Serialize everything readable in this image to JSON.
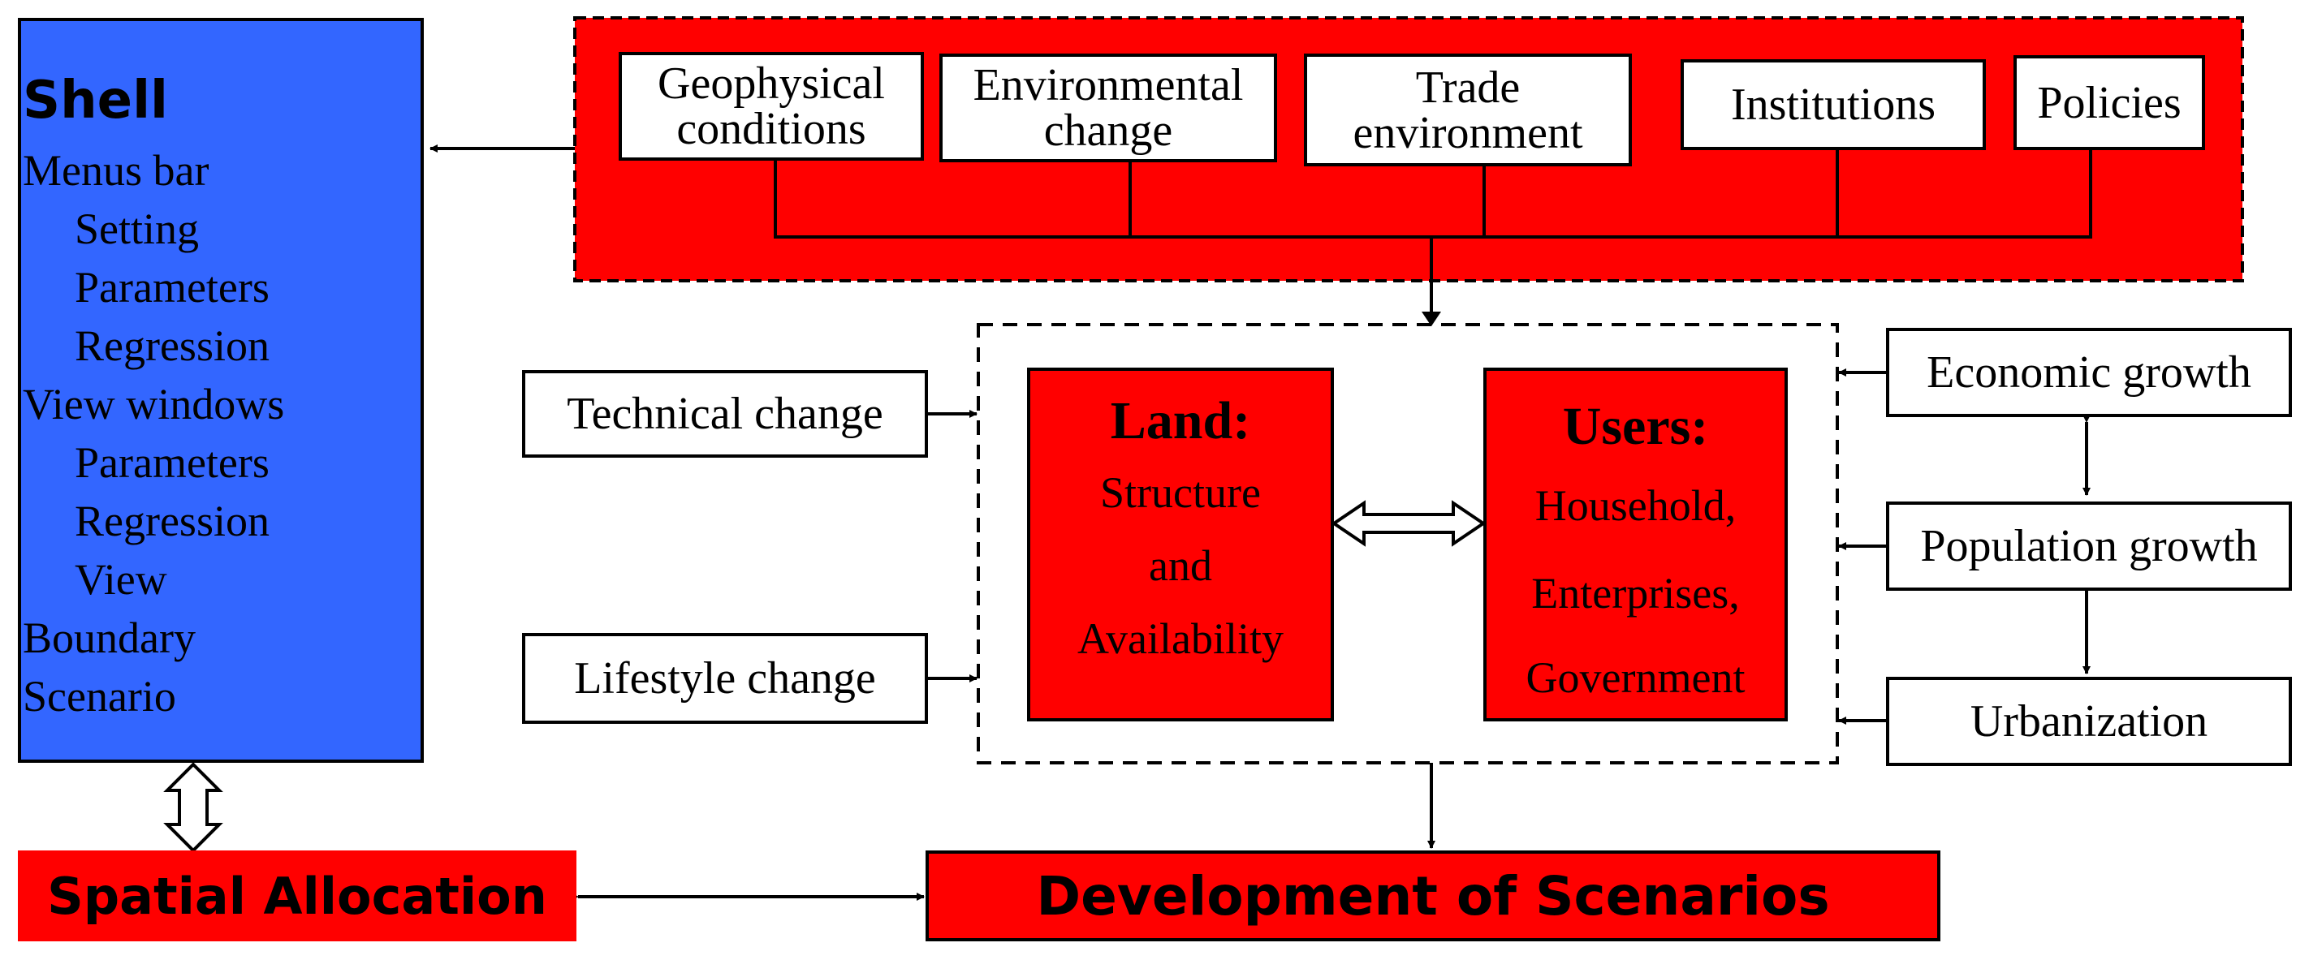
{
  "shell": {
    "title": "Shell",
    "items": [
      {
        "label": "Menus bar",
        "indent": false
      },
      {
        "label": "Setting",
        "indent": true
      },
      {
        "label": "Parameters",
        "indent": true
      },
      {
        "label": "Regression",
        "indent": true
      },
      {
        "label": "View windows",
        "indent": false
      },
      {
        "label": "Parameters",
        "indent": true
      },
      {
        "label": "Regression",
        "indent": true
      },
      {
        "label": "View",
        "indent": true
      },
      {
        "label": "Boundary",
        "indent": false
      },
      {
        "label": "Scenario",
        "indent": false
      }
    ]
  },
  "drivers": {
    "geophysical": [
      "Geophysical",
      "conditions"
    ],
    "environmental": [
      "Environmental",
      "change"
    ],
    "trade": [
      "Trade",
      "environment"
    ],
    "institutions": "Institutions",
    "policies": "Policies"
  },
  "left_inputs": {
    "technical": "Technical change",
    "lifestyle": "Lifestyle change"
  },
  "right_inputs": {
    "economic": "Economic growth",
    "population": "Population growth",
    "urbanization": "Urbanization"
  },
  "land": {
    "title": "Land:",
    "lines": [
      "Structure",
      "and",
      "Availability"
    ]
  },
  "users": {
    "title": "Users:",
    "lines": [
      "Household,",
      "Enterprises,",
      "Government"
    ]
  },
  "bottom": {
    "spatial": "Spatial Allocation",
    "scenarios": "Development of Scenarios"
  },
  "colors": {
    "red": "#ff0000",
    "blue": "#3366ff",
    "black": "#000000",
    "white": "#ffffff"
  }
}
